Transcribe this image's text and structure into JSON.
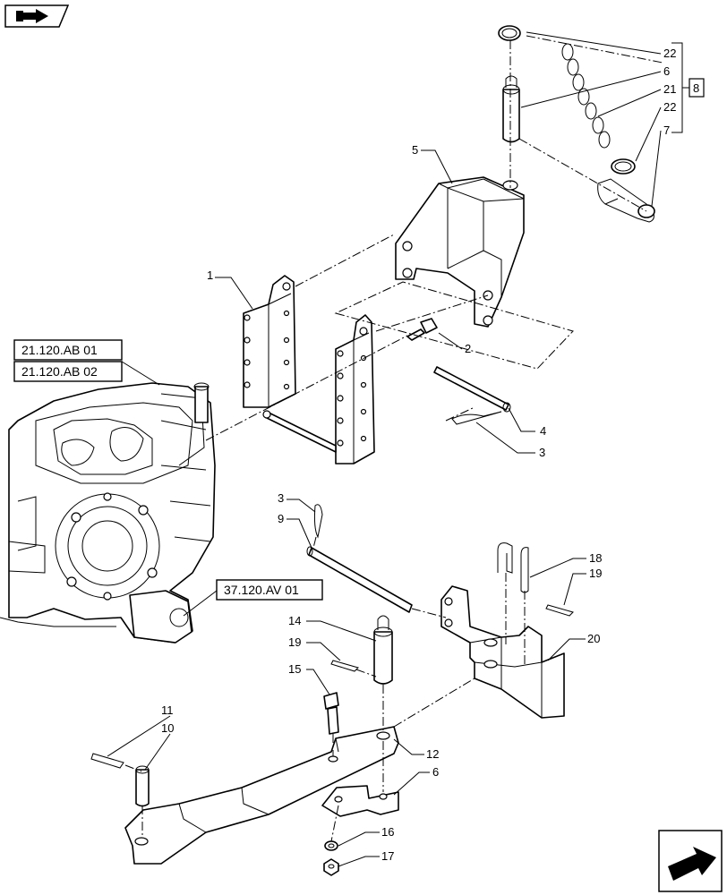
{
  "references": {
    "ref1": "21.120.AB 01",
    "ref2": "21.120.AB 02",
    "ref3": "37.120.AV 01",
    "group": "8"
  },
  "callouts": {
    "c1": "1",
    "c2": "2",
    "c3a": "3",
    "c3b": "3",
    "c4": "4",
    "c5": "5",
    "c6a": "6",
    "c6b": "6",
    "c7": "7",
    "c9": "9",
    "c10": "10",
    "c11": "11",
    "c12": "12",
    "c14": "14",
    "c15": "15",
    "c16": "16",
    "c17": "17",
    "c18": "18",
    "c19a": "19",
    "c19b": "19",
    "c20": "20",
    "c21": "21",
    "c22a": "22",
    "c22b": "22"
  },
  "icons": {
    "top_left": "book-arrow-icon",
    "bottom_right": "next-page-arrow-icon"
  }
}
